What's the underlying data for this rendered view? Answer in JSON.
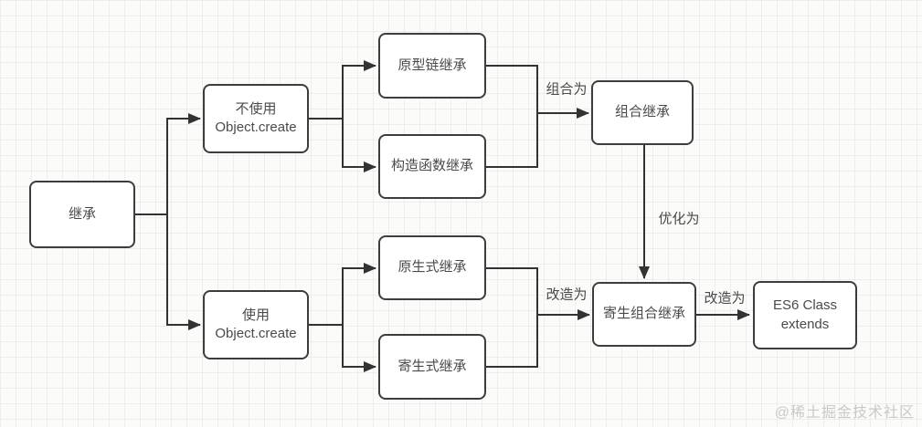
{
  "diagram": {
    "title_hint": "JavaScript inheritance patterns flowchart",
    "nodes": {
      "inheritance": "继承",
      "without_object_create": "不使用\nObject.create",
      "with_object_create": "使用\nObject.create",
      "prototype_chain": "原型链继承",
      "constructor": "构造函数继承",
      "native_style": "原生式继承",
      "parasitic": "寄生式继承",
      "combination": "组合继承",
      "parasitic_combination": "寄生组合继承",
      "es6_class": "ES6 Class\nextends"
    },
    "edge_labels": {
      "combine_as": "组合为",
      "transform_as_left": "改造为",
      "optimize_as": "优化为",
      "transform_as_right": "改造为"
    },
    "colors": {
      "background": "#fbfbfa",
      "grid_line": "#e9e9e6",
      "box_border": "#3d3d3d",
      "box_fill": "#ffffff",
      "line": "#333333",
      "text": "#4a4a4a",
      "watermark": "#c9c9c9"
    }
  },
  "watermark": {
    "text": "@稀土掘金技术社区"
  }
}
